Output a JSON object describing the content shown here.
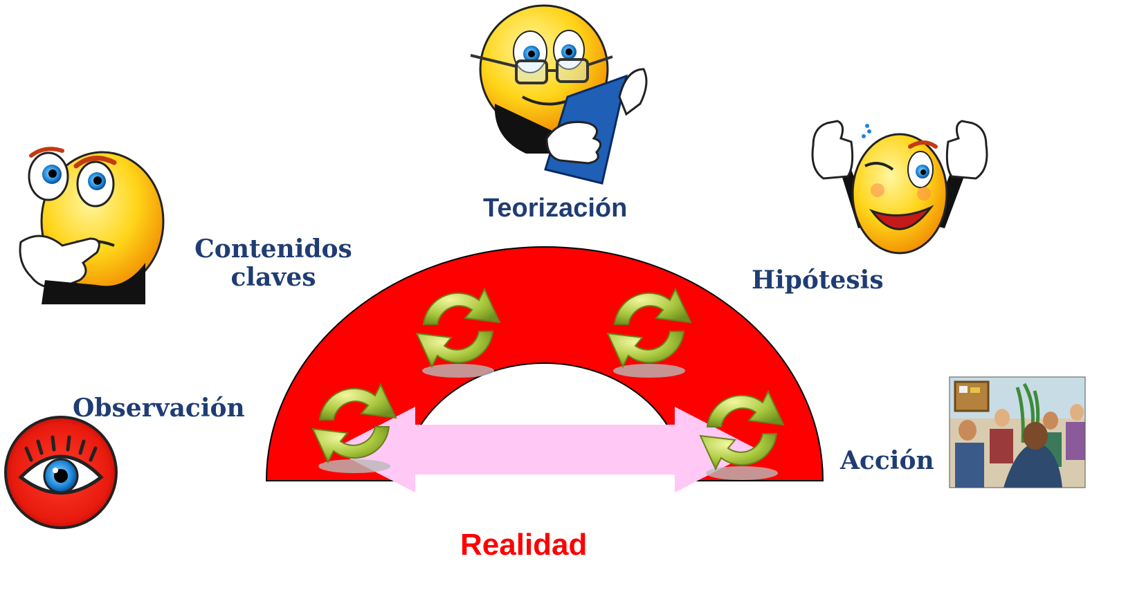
{
  "labels": {
    "teorizacion": "Teorización",
    "contenidos_line1": "Contenidos",
    "contenidos_line2": "claves",
    "hipotesis": "Hipótesis",
    "observacion": "Observación",
    "accion": "Acción",
    "realidad": "Realidad"
  },
  "colors": {
    "arch_fill": "#ff0000",
    "label_blue": "#1f3d73",
    "realidad_red": "#ff0000",
    "arrow_pink": "#ffc8f5",
    "cycle_green": "#9cbf3a",
    "smiley_yellow": "#ffd51a"
  },
  "icons": [
    "thinking-smiley-icon",
    "reading-smiley-icon",
    "winking-thumbs-up-smiley-icon",
    "eye-icon",
    "classroom-meeting-picture",
    "refresh-cycle-icon"
  ]
}
